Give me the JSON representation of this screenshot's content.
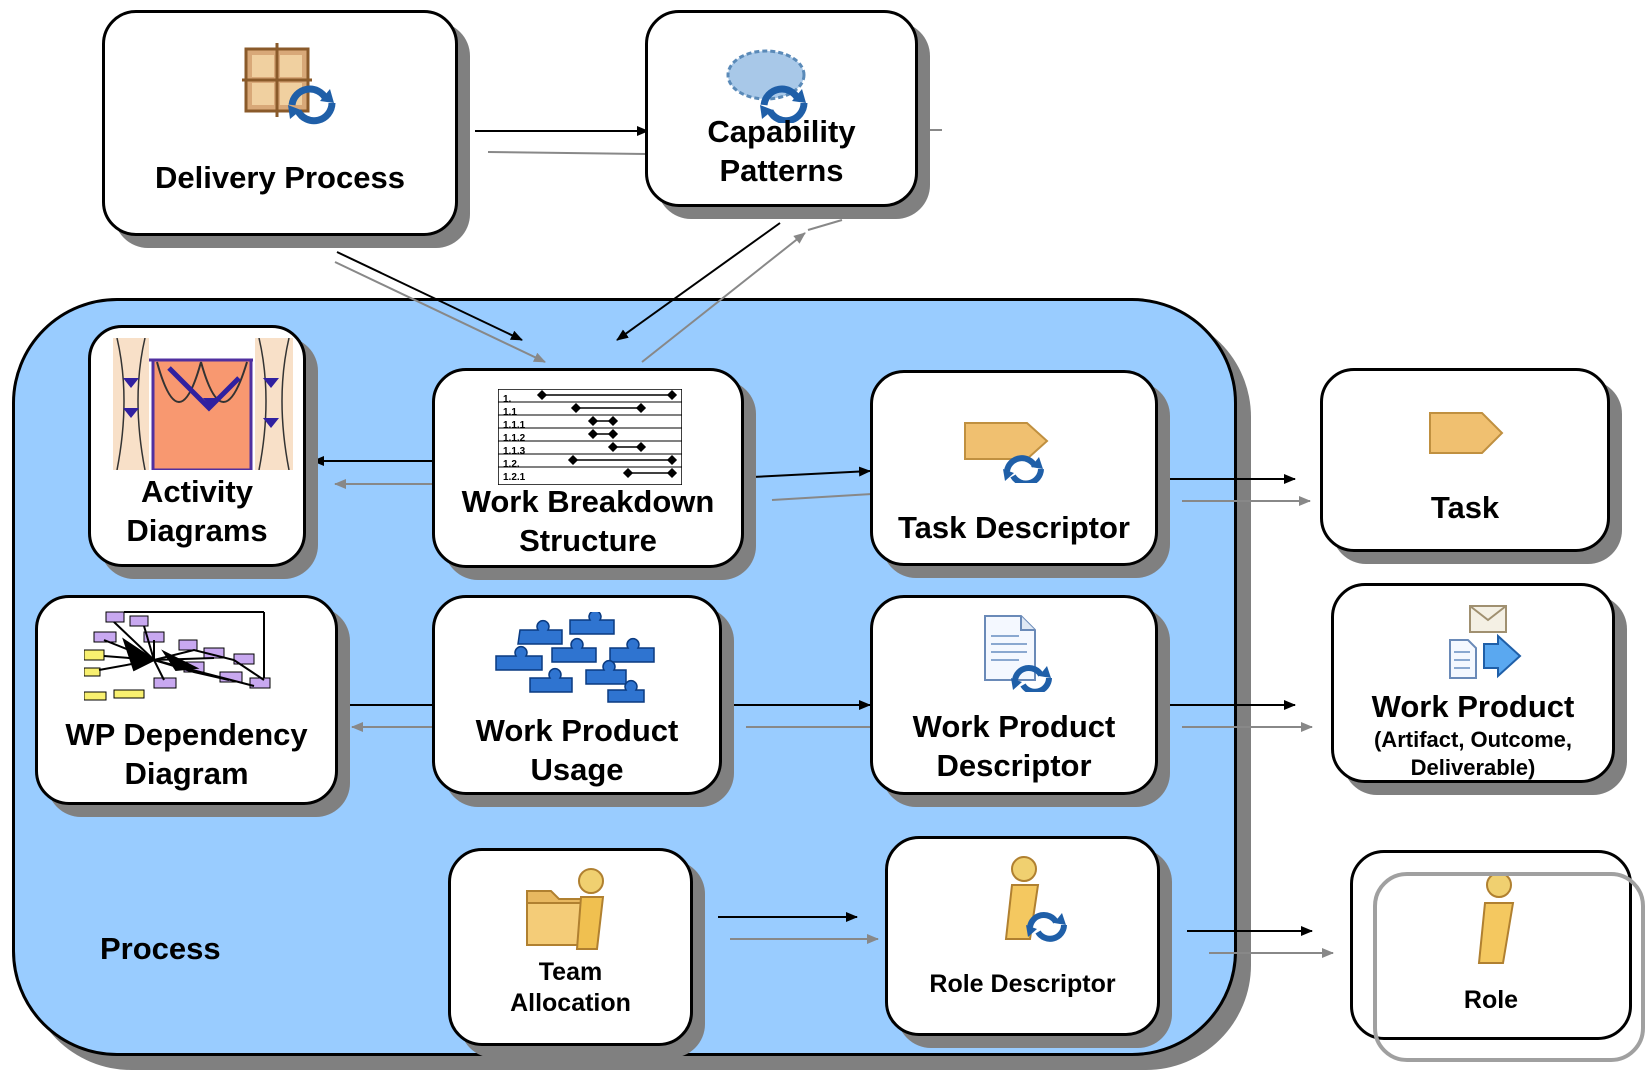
{
  "process": {
    "label": "Process"
  },
  "nodes": {
    "delivery_process": {
      "label": "Delivery Process"
    },
    "capability_patterns": {
      "label": "Capability\nPatterns"
    },
    "activity_diagrams": {
      "label": "Activity\nDiagrams"
    },
    "work_breakdown_structure": {
      "label": "Work Breakdown\nStructure"
    },
    "task_descriptor": {
      "label": "Task Descriptor"
    },
    "task": {
      "label": "Task"
    },
    "wp_dependency_diagram": {
      "label": "WP Dependency\nDiagram"
    },
    "work_product_usage": {
      "label": "Work Product\nUsage"
    },
    "work_product_descriptor": {
      "label": "Work Product\nDescriptor"
    },
    "work_product": {
      "label": "Work Product",
      "sublabel": "(Artifact, Outcome,\nDeliverable)"
    },
    "team_allocation": {
      "label": "Team\nAllocation"
    },
    "role_descriptor": {
      "label": "Role Descriptor"
    },
    "role": {
      "label": "Role"
    }
  },
  "wbs_rows": [
    "1.",
    "1.1",
    "1.1.1",
    "1.1.2",
    "1.1.3",
    "1.2.",
    "1.2.1"
  ],
  "colors": {
    "process_fill": "#99ccff",
    "shadow": "#808080",
    "icon_blue": "#1f5fa8",
    "icon_tan": "#f0c878"
  }
}
